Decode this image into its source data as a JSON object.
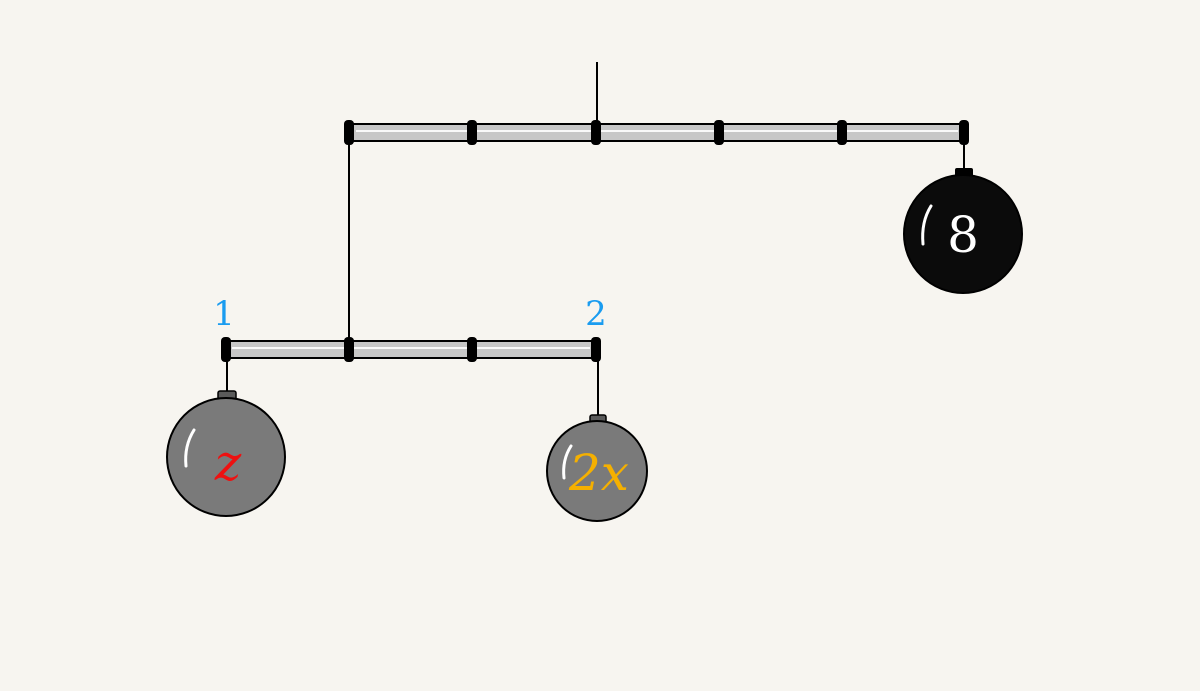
{
  "diagram": {
    "position_labels": {
      "left": "1",
      "right": "2",
      "color": "#1a9cf0"
    },
    "weights": {
      "left": {
        "label": "z",
        "color": "#ee1111",
        "fill": "#7a7a7a",
        "italic": true
      },
      "middle": {
        "label": "2x",
        "color": "#f5b000",
        "fill": "#7a7a7a",
        "italic": true
      },
      "right": {
        "label": "8",
        "color": "#ffffff",
        "fill": "#0b0b0b",
        "italic": false
      }
    },
    "colors": {
      "background": "#f7f5f0",
      "rod": "#c7c7c7",
      "outline": "#000000"
    }
  }
}
